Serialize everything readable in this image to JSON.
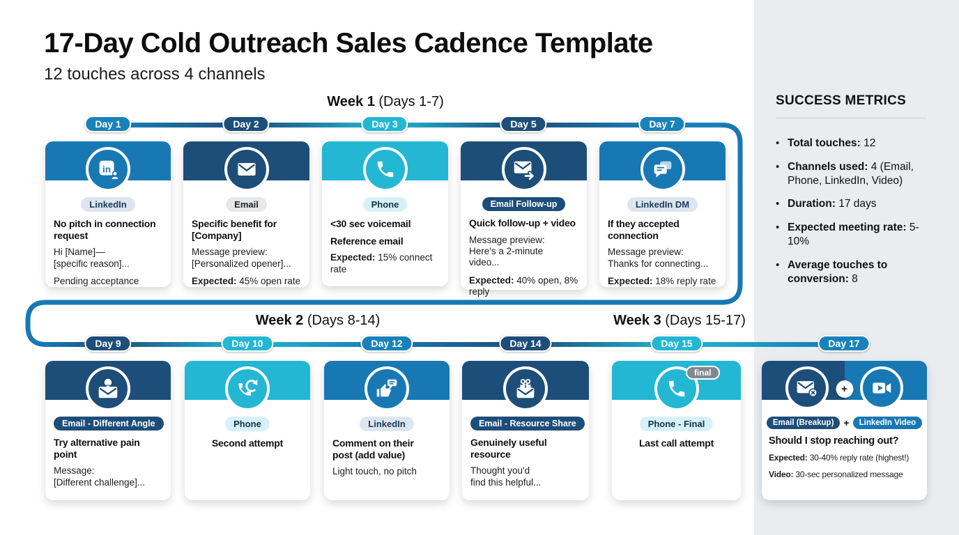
{
  "page": {
    "title": "17-Day Cold Outreach Sales Cadence Template",
    "subtitle": "12 touches across 4 channels"
  },
  "colors": {
    "navy": "#1d4e79",
    "blue": "#1878b4",
    "cyan": "#23b7d4",
    "badge_blue": "#1a82ba",
    "panel_bg": "#e9edf0",
    "final_badge_gray": "#80878e"
  },
  "weeks": {
    "w1_bold": "Week 1",
    "w1_rest": " (Days 1-7)",
    "w2_bold": "Week 2",
    "w2_rest": " (Days 8-14)",
    "w3_bold": "Week 3",
    "w3_rest": " (Days 15-17)"
  },
  "cards_row1": [
    {
      "day": "Day 1",
      "channel": "LinkedIn",
      "icon": "linkedin-icon",
      "title": "No pitch in connection\nrequest",
      "p1": "Hi [Name]—\n[specific reason]...",
      "p2": "Pending acceptance"
    },
    {
      "day": "Day 2",
      "channel": "Email",
      "icon": "email-icon",
      "title": "Specific benefit for\n[Company]",
      "p1": "Message preview:\n[Personalized opener]...",
      "expected_label": "Expected:",
      "expected_text": " 45% open rate"
    },
    {
      "day": "Day 3",
      "channel": "Phone",
      "icon": "phone-icon",
      "title": "<30 sec voicemail",
      "title2": "Reference email",
      "expected_label": "Expected:",
      "expected_text": " 15% connect rate"
    },
    {
      "day": "Day 5",
      "channel": "Email Follow-up",
      "icon": "email-forward-icon",
      "title": "Quick follow-up + video",
      "p1": "Message preview:\nHere's a 2-minute\nvideo...",
      "expected_label": "Expected:",
      "expected_text": " 40% open, 8% reply"
    },
    {
      "day": "Day 7",
      "channel": "LinkedIn DM",
      "icon": "chat-bubbles-icon",
      "title": "If they accepted\nconnection",
      "p1": "Message preview:\nThanks for connecting...",
      "expected_label": "Expected:",
      "expected_text": " 18% reply rate"
    }
  ],
  "cards_row2": [
    {
      "day": "Day 9",
      "channel": "Email - Different Angle",
      "icon": "email-idea-icon",
      "title": "Try alternative pain\npoint",
      "p1": "Message:\n[Different challenge]..."
    },
    {
      "day": "Day 10",
      "channel": "Phone",
      "icon": "phone-retry-icon",
      "title": "Second attempt"
    },
    {
      "day": "Day 12",
      "channel": "LinkedIn",
      "icon": "thumbs-up-comment-icon",
      "title": "Comment on their\npost (add value)",
      "p1": "Light touch, no pitch"
    },
    {
      "day": "Day 14",
      "channel": "Email - Resource Share",
      "icon": "email-gift-icon",
      "title": "Genuinely useful\nresource",
      "p1": "Thought you'd\nfind this helpful..."
    },
    {
      "day": "Day 15",
      "channel": "Phone - Final",
      "icon": "phone-final-icon",
      "icon_badge": "final",
      "title": "Last call attempt"
    },
    {
      "day": "Day 17",
      "channel_a": "Email (Breakup)",
      "channel_plus": "+",
      "channel_b": "LinkedIn Video",
      "icon_a": "email-breakup-icon",
      "icon_b": "video-camera-icon",
      "icon_plus": "+",
      "title": "Should I stop reaching out?",
      "expected_label": "Expected:",
      "expected_text": " 30-40% reply rate (highest!)",
      "video_label": "Video:",
      "video_text": " 30-sec personalized message"
    }
  ],
  "metrics": {
    "heading": "SUCCESS METRICS",
    "items": [
      {
        "label": "Total touches:",
        "value": " 12"
      },
      {
        "label": "Channels used:",
        "value": " 4 (Email, Phone, LinkedIn, Video)"
      },
      {
        "label": "Duration:",
        "value": " 17 days"
      },
      {
        "label": "Expected meeting rate:",
        "value": " 5-10%"
      },
      {
        "label": "Average touches to conversion:",
        "value": " 8"
      }
    ]
  }
}
